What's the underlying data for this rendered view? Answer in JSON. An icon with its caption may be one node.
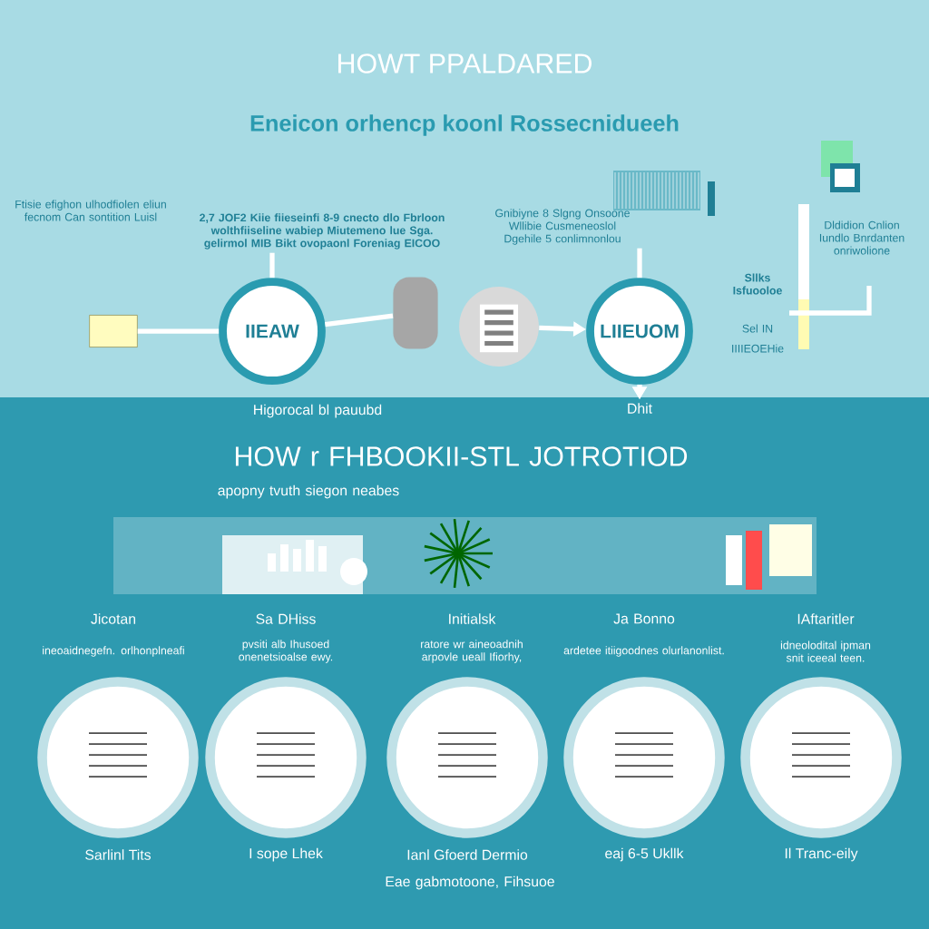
{
  "diagram": {
    "title": "HOWT PPALDARED",
    "caption": "Eneicon orhencp koonl Rossecnidueeh",
    "nodes": [
      {
        "text": [],
        "shape": "box"
      },
      {
        "text": [
          "IIEAW"
        ]
      },
      {
        "text": [],
        "shape": "person"
      },
      {
        "text": [],
        "shape": "picture"
      },
      {
        "text": [
          "LIIEUOM"
        ]
      },
      {
        "text": [
          "2,7 JOF2 Kiie fiieseinfi 8-9 cnecto dlo Fbrloon wolthfiiseline wabiep Miutemeno lue Sga. gelirmol MIB Bikt ovopaonl Foreniag EICOO"
        ]
      },
      {
        "text": [
          "Gnibiyne 8 Slgng Onsoone Wllibie Cusmeneoslol Dgehile 5 conlimnonlou"
        ]
      },
      {
        "text": [
          "Dhit"
        ]
      },
      {
        "text": [],
        "shape": "circle",
        "beside": [
          "Sarlinl Tits"
        ]
      },
      {
        "text": [],
        "shape": "circle",
        "beside": [
          "I sope Lhek"
        ]
      },
      {
        "text": [],
        "shape": "circle",
        "beside": [
          "Ianl Gfoerd Dermio"
        ]
      },
      {
        "text": [],
        "shape": "circle",
        "beside": [
          "eaj 6-5 Ukllk"
        ]
      },
      {
        "text": [],
        "shape": "circle",
        "beside": [
          "Il Tranc-eily"
        ]
      }
    ],
    "edges": [
      {
        "from": 0,
        "to": 1,
        "arrow": "none"
      },
      {
        "from": 1,
        "to": 2,
        "arrow": "none"
      },
      {
        "from": 3,
        "to": 4,
        "arrow": "to"
      },
      {
        "from": 5,
        "to": 1,
        "arrow": "none"
      },
      {
        "from": 6,
        "to": 4,
        "arrow": "none"
      },
      {
        "from": 4,
        "to": 7,
        "arrow": "to"
      }
    ],
    "labels": [
      "Ftisie efighon ulhodfiolen eliun fecnom Can sontition Luisl",
      "Dldidion Cnlion Iundlo Bnrdanten onriwolione",
      "Sllks Isfuooloe",
      "Sel IN",
      "IIIIEOEHie",
      "Higorocal bl pauubd",
      "HOW r FHBOOKII-STL JOTROTIOD",
      "apopny tvuth siegon neabes",
      "Jicotan",
      "Sa DHiss",
      "Initialsk",
      "Ja Bonno",
      "IAftaritler",
      "ineoaidnegefn. orlhonplneafi",
      "pvsiti alb Ihusoed onenetsioalse ewy.",
      "ratore wr aineoadnih arpovle ueall Ifiorhy,",
      "ardetee itiigoodnes olurlanonlist.",
      "idneolodital ipman snit iceeal teen.",
      "Eae gabmotoone, Fihsuoe"
    ]
  }
}
